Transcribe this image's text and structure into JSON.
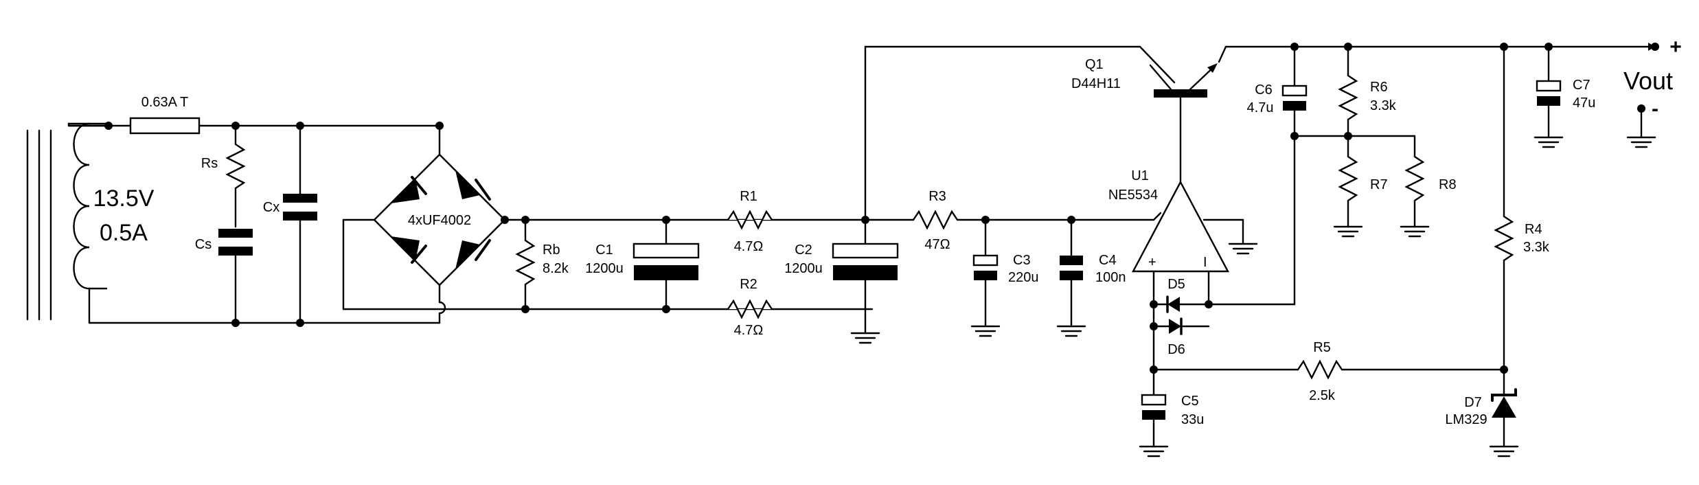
{
  "transformer": {
    "voltage": "13.5V",
    "current": "0.5A"
  },
  "fuse": {
    "label": "0.63A T"
  },
  "Rs": {
    "name": "Rs"
  },
  "Cs": {
    "name": "Cs"
  },
  "Cx": {
    "name": "Cx"
  },
  "bridge": {
    "label": "4xUF4002"
  },
  "Rb": {
    "name": "Rb",
    "value": "8.2k"
  },
  "C1": {
    "name": "C1",
    "value": "1200u"
  },
  "C2": {
    "name": "C2",
    "value": "1200u"
  },
  "R1": {
    "name": "R1",
    "value": "4.7Ω"
  },
  "R2": {
    "name": "R2",
    "value": "4.7Ω"
  },
  "R3": {
    "name": "R3",
    "value": "47Ω"
  },
  "C3": {
    "name": "C3",
    "value": "220u"
  },
  "C4": {
    "name": "C4",
    "value": "100n"
  },
  "Q1": {
    "name": "Q1",
    "part": "D44H11"
  },
  "U1": {
    "name": "U1",
    "part": "NE5534",
    "plus": "+",
    "minus": "I"
  },
  "C6": {
    "name": "C6",
    "value": "4.7u"
  },
  "R6": {
    "name": "R6",
    "value": "3.3k"
  },
  "R7": {
    "name": "R7"
  },
  "R8": {
    "name": "R8"
  },
  "C7": {
    "name": "C7",
    "value": "47u"
  },
  "R4": {
    "name": "R4",
    "value": "3.3k"
  },
  "D5": {
    "name": "D5"
  },
  "D6": {
    "name": "D6"
  },
  "R5": {
    "name": "R5",
    "value": "2.5k"
  },
  "C5": {
    "name": "C5",
    "value": "33u"
  },
  "D7": {
    "name": "D7",
    "part": "LM329"
  },
  "output": {
    "label": "Vout",
    "plus": "+",
    "minus": "-"
  }
}
